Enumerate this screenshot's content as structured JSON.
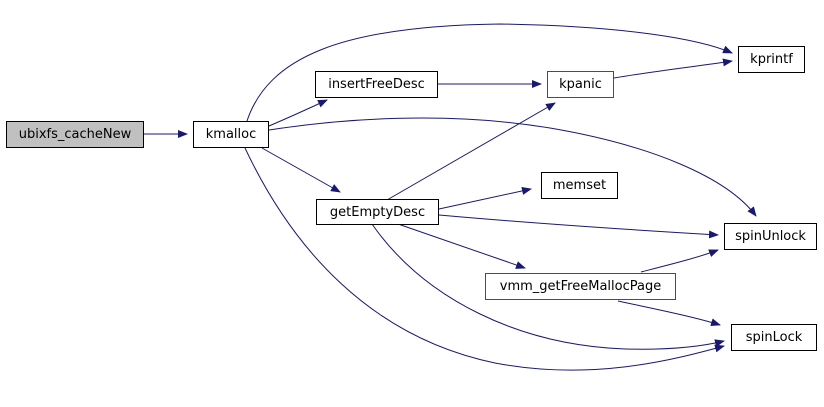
{
  "diagram": {
    "type": "call-graph",
    "nodes": [
      {
        "id": "ubixfs_cacheNew",
        "label": "ubixfs_cacheNew",
        "style": "focus-gray"
      },
      {
        "id": "kmalloc",
        "label": "kmalloc",
        "style": "normal"
      },
      {
        "id": "insertFreeDesc",
        "label": "insertFreeDesc",
        "style": "normal"
      },
      {
        "id": "kpanic",
        "label": "kpanic",
        "style": "red-border"
      },
      {
        "id": "kprintf",
        "label": "kprintf",
        "style": "normal"
      },
      {
        "id": "getEmptyDesc",
        "label": "getEmptyDesc",
        "style": "normal"
      },
      {
        "id": "memset",
        "label": "memset",
        "style": "normal"
      },
      {
        "id": "spinUnlock",
        "label": "spinUnlock",
        "style": "normal"
      },
      {
        "id": "vmm_getFreeMallocPage",
        "label": "vmm_getFreeMallocPage",
        "style": "red-border"
      },
      {
        "id": "spinLock",
        "label": "spinLock",
        "style": "normal"
      }
    ],
    "edges": [
      {
        "from": "ubixfs_cacheNew",
        "to": "kmalloc"
      },
      {
        "from": "kmalloc",
        "to": "insertFreeDesc"
      },
      {
        "from": "kmalloc",
        "to": "kprintf"
      },
      {
        "from": "kmalloc",
        "to": "getEmptyDesc"
      },
      {
        "from": "kmalloc",
        "to": "spinUnlock"
      },
      {
        "from": "kmalloc",
        "to": "spinLock"
      },
      {
        "from": "insertFreeDesc",
        "to": "kpanic"
      },
      {
        "from": "kpanic",
        "to": "kprintf"
      },
      {
        "from": "getEmptyDesc",
        "to": "kpanic"
      },
      {
        "from": "getEmptyDesc",
        "to": "memset"
      },
      {
        "from": "getEmptyDesc",
        "to": "spinUnlock"
      },
      {
        "from": "getEmptyDesc",
        "to": "vmm_getFreeMallocPage"
      },
      {
        "from": "getEmptyDesc",
        "to": "spinLock"
      },
      {
        "from": "vmm_getFreeMallocPage",
        "to": "spinUnlock"
      },
      {
        "from": "vmm_getFreeMallocPage",
        "to": "spinLock"
      }
    ],
    "colors": {
      "edge": "#191970",
      "node_border": "#000000",
      "node_fill": "#ffffff",
      "focus_fill": "#c0c0c0",
      "truncated_border": "#ff0000",
      "background": "#ffffff",
      "text": "#000000"
    }
  }
}
